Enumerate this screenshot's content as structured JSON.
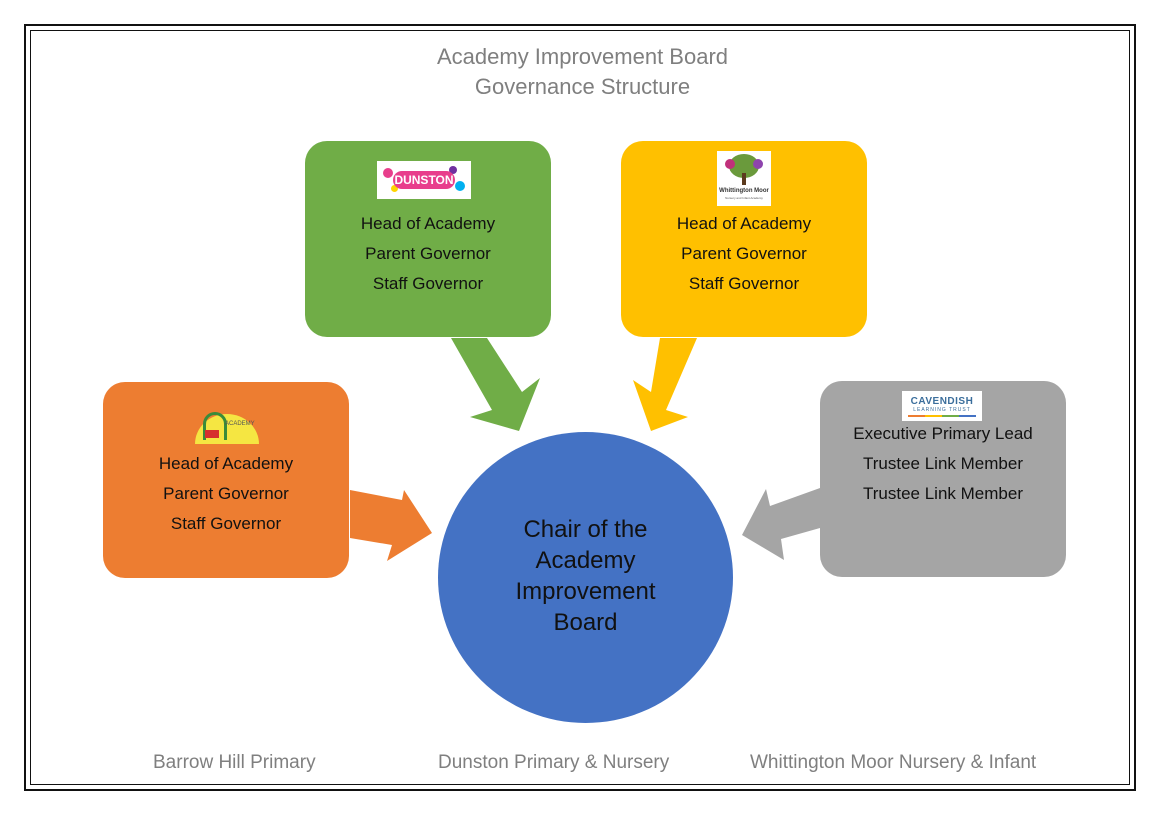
{
  "title": {
    "line1": "Academy Improvement Board",
    "line2": "Governance Structure"
  },
  "center": {
    "lines": [
      "Chair of the",
      "Academy",
      "Improvement",
      "Board"
    ],
    "color": "#4472c4"
  },
  "boxes": {
    "dunston": {
      "color": "#70ad47",
      "logo_text": "DUNSTON",
      "lines": [
        "Head of Academy",
        "Parent Governor",
        "Staff Governor"
      ]
    },
    "whittington": {
      "color": "#ffc000",
      "logo_text": "Whittington Moor",
      "logo_subtext": "Nursery and Infant Academy",
      "lines": [
        "Head of Academy",
        "Parent Governor",
        "Staff Governor"
      ]
    },
    "barrow_hill": {
      "color": "#ed7d31",
      "logo_text": "ACADEMY",
      "lines": [
        "Head of Academy",
        "Parent Governor",
        "Staff Governor"
      ]
    },
    "cavendish": {
      "color": "#a5a5a5",
      "logo_text": "CAVENDISH",
      "logo_subtext": "LEARNING TRUST",
      "lines": [
        "Executive Primary Lead",
        "Trustee Link Member",
        "Trustee Link Member"
      ]
    }
  },
  "footer": {
    "left": "Barrow Hill Primary",
    "center": "Dunston Primary & Nursery",
    "right": "Whittington Moor Nursery & Infant"
  }
}
